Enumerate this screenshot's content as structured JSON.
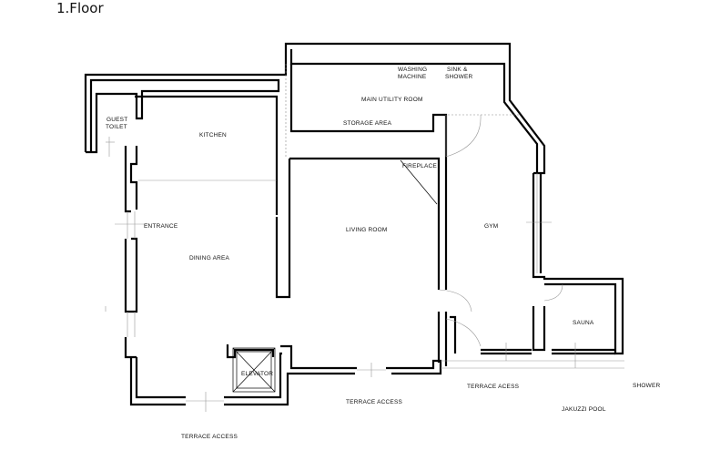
{
  "page": {
    "title": "1.Floor"
  },
  "rooms": {
    "guest_toilet_line1": "GUEST",
    "guest_toilet_line2": "TOILET",
    "kitchen": "KITCHEN",
    "entrance": "ENTRANCE",
    "dining_area": "DINING AREA",
    "elevator": "ELEVATOR",
    "main_utility_room": "MAIN UTILITY ROOM",
    "washing_machine_line1": "WASHING",
    "washing_machine_line2": "MACHINE",
    "sink_shower_line1": "SINK &",
    "sink_shower_line2": "SHOWER",
    "storage_area": "STORAGE AREA",
    "fireplace": "FIREPLACE",
    "living_room": "LIVING ROOM",
    "gym": "GYM",
    "sauna": "SAUNA",
    "terrace_access_1": "TERRACE ACCESS",
    "terrace_access_2": "TERRACE ACCESS",
    "terrace_acess_3": "TERRACE ACESS",
    "jakuzzi_pool": "JAKUZZI POOL",
    "shower": "SHOWER"
  }
}
